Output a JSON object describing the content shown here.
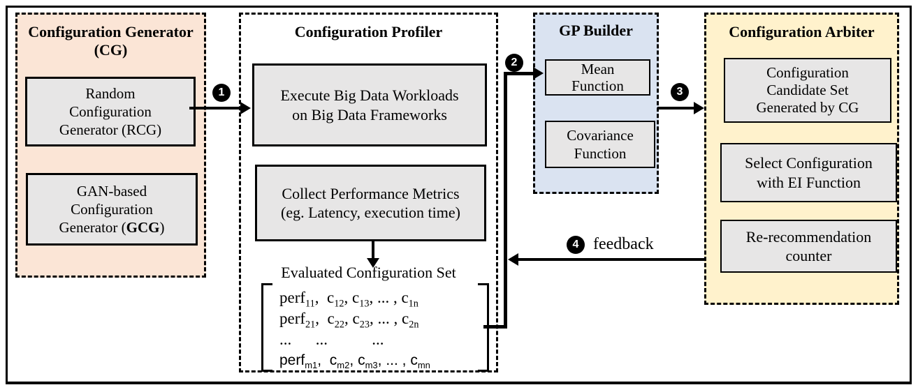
{
  "colors": {
    "cg_bg": "#fbe5d6",
    "gp_bg": "#dae3f1",
    "arbiter_bg": "#fff2cc",
    "box_bg": "#e7e6e6",
    "line": "#000000"
  },
  "panels": {
    "cg": {
      "title": "Configuration Generator\n(CG)",
      "box_rcg": "Random\nConfiguration\nGenerator (RCG)",
      "gcg_pre": "GAN-based\nConfiguration\nGenerator (",
      "gcg_bold": "GCG",
      "gcg_post": ")"
    },
    "profiler": {
      "title": "Configuration Profiler",
      "box_execute": "Execute Big Data Workloads\non Big Data Frameworks",
      "box_collect": "Collect Performance Metrics\n(eg. Latency, execution time)",
      "evaluated_label": "Evaluated Configuration Set",
      "matrix": {
        "rows": [
          {
            "sans": false,
            "parts": [
              [
                "perf",
                "11"
              ],
              [
                ",  ",
                ""
              ],
              [
                "c",
                "12"
              ],
              [
                ", ",
                ""
              ],
              [
                "c",
                "13"
              ],
              [
                ", ... , ",
                ""
              ],
              [
                "c",
                "1n"
              ]
            ]
          },
          {
            "sans": false,
            "parts": [
              [
                "perf",
                "21"
              ],
              [
                ",  ",
                ""
              ],
              [
                "c",
                "22"
              ],
              [
                ", ",
                ""
              ],
              [
                "c",
                "23"
              ],
              [
                ", ... , ",
                ""
              ],
              [
                "c",
                "2n"
              ]
            ]
          },
          {
            "sans": false,
            "parts": [
              [
                "...      ...           ...",
                ""
              ]
            ]
          },
          {
            "sans": true,
            "parts": [
              [
                "perf",
                "m1"
              ],
              [
                ",  ",
                ""
              ],
              [
                "c",
                "m2"
              ],
              [
                ", ",
                ""
              ],
              [
                "c",
                "m3"
              ],
              [
                ", ... , ",
                ""
              ],
              [
                "c",
                "mn"
              ]
            ]
          }
        ]
      }
    },
    "gp": {
      "title": "GP Builder",
      "box_mean": "Mean\nFunction",
      "box_cov": "Covariance\nFunction"
    },
    "arbiter": {
      "title": "Configuration Arbiter",
      "box_candidate": "Configuration\nCandidate Set\nGenerated by CG",
      "box_select": "Select Configuration\nwith EI Function",
      "box_counter": "Re-recommendation\ncounter"
    }
  },
  "markers": {
    "m1": "1",
    "m2": "2",
    "m3": "3",
    "m4": "4",
    "feedback_label": "feedback"
  }
}
